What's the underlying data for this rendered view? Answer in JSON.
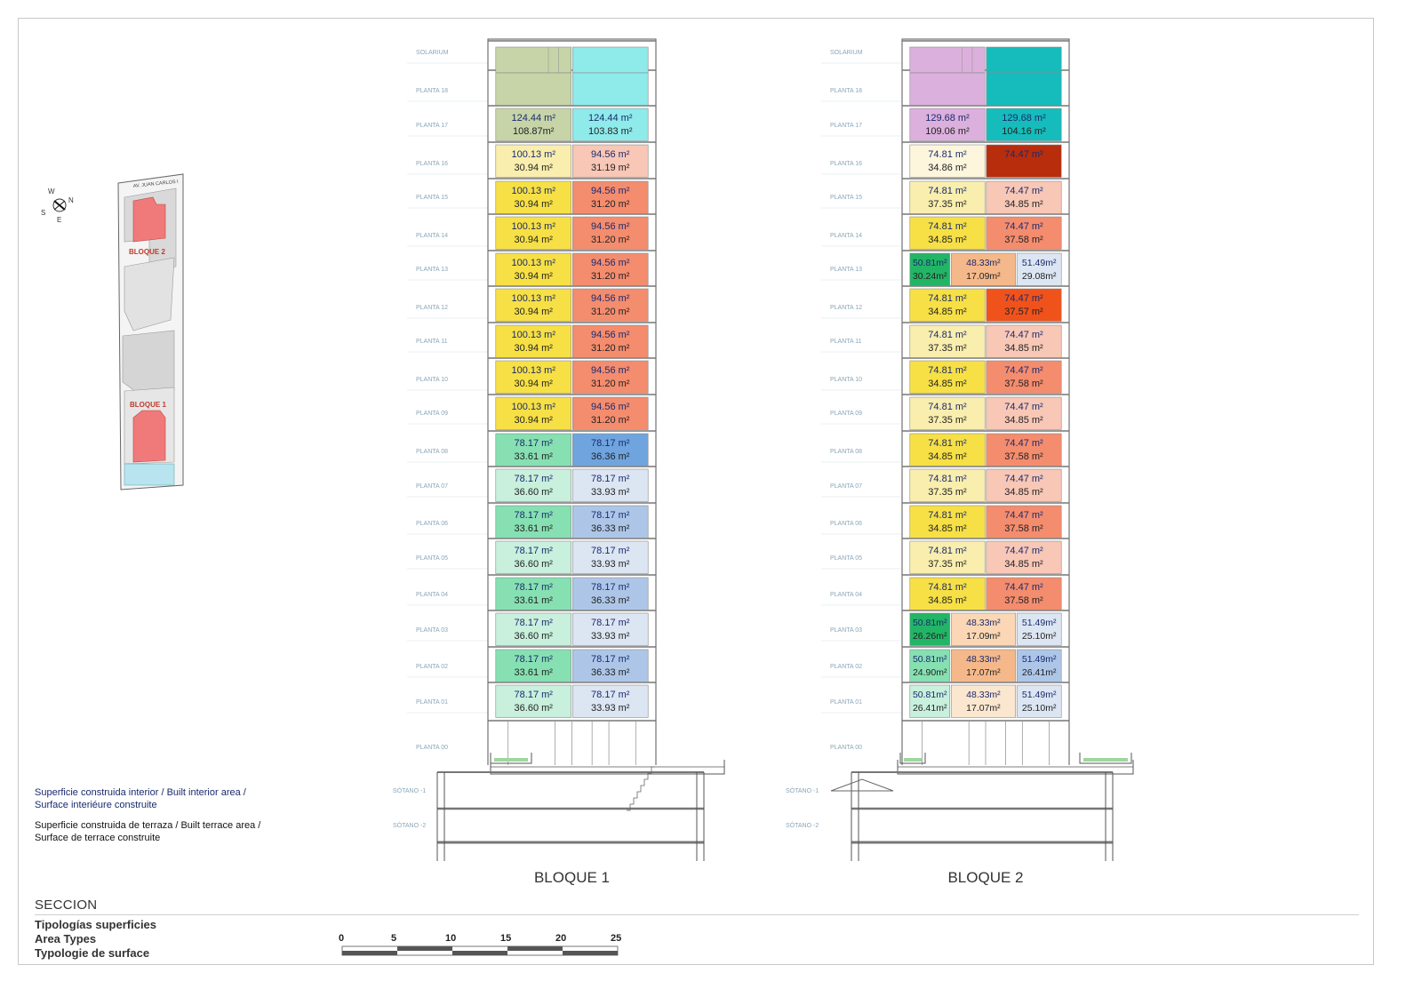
{
  "section_title": "SECCION",
  "area_types": [
    "Tipologías superficies",
    "Area Types",
    "Typologie de surface"
  ],
  "legend": {
    "interior": [
      "Superficie construida interior / Built interior area /",
      "Surface interiéure construite"
    ],
    "terrace": [
      "Superficie construida de terraza / Built terrace area /",
      "Surface de terrace construite"
    ]
  },
  "scale_labels": [
    "0",
    "5",
    "10",
    "15",
    "20",
    "25"
  ],
  "site_plan": {
    "street": "AV. JUAN CARLOS I",
    "bloque2": "BLOQUE 2",
    "bloque1": "BLOQUE 1",
    "compass": [
      "N",
      "S",
      "E",
      "W"
    ]
  },
  "floors": [
    "SOLARIUM",
    "PLANTA 18",
    "PLANTA 17",
    "PLANTA 16",
    "PLANTA 15",
    "PLANTA 14",
    "PLANTA 13",
    "PLANTA 12",
    "PLANTA 11",
    "PLANTA 10",
    "PLANTA 09",
    "PLANTA 08",
    "PLANTA 07",
    "PLANTA 06",
    "PLANTA 05",
    "PLANTA 04",
    "PLANTA 03",
    "PLANTA 02",
    "PLANTA 01",
    "PLANTA 00",
    "SÓTANO -1",
    "SÓTANO -2"
  ],
  "bloque1": {
    "label": "BLOQUE 1",
    "rows": [
      [
        {
          "a": "",
          "b": "",
          "color": "#c6d4a8"
        },
        {
          "a": "",
          "b": "",
          "color": "#8feaea"
        }
      ],
      [
        {
          "a": "",
          "b": "",
          "color": "#c6d4a8"
        },
        {
          "a": "",
          "b": "",
          "color": "#8feaea"
        }
      ],
      [
        {
          "a": "124.44 m²",
          "b": "108.87m²",
          "color": "#c6d4a8"
        },
        {
          "a": "124.44 m²",
          "b": "103.83 m²",
          "color": "#8feaea"
        }
      ],
      [
        {
          "a": "100.13 m²",
          "b": "30.94 m²",
          "color": "#f9eeae"
        },
        {
          "a": "94.56 m²",
          "b": "31.19 m²",
          "color": "#f8c7b6"
        }
      ],
      [
        {
          "a": "100.13 m²",
          "b": "30.94 m²",
          "color": "#f7e046"
        },
        {
          "a": "94.56 m²",
          "b": "31.20 m²",
          "color": "#f48c6e"
        }
      ],
      [
        {
          "a": "100.13 m²",
          "b": "30.94 m²",
          "color": "#f7e046"
        },
        {
          "a": "94.56 m²",
          "b": "31.20 m²",
          "color": "#f48c6e"
        }
      ],
      [
        {
          "a": "100.13 m²",
          "b": "30.94 m²",
          "color": "#f7e046"
        },
        {
          "a": "94.56 m²",
          "b": "31.20 m²",
          "color": "#f48c6e"
        }
      ],
      [
        {
          "a": "100.13 m²",
          "b": "30.94 m²",
          "color": "#f7e046"
        },
        {
          "a": "94.56 m²",
          "b": "31.20 m²",
          "color": "#f48c6e"
        }
      ],
      [
        {
          "a": "100.13 m²",
          "b": "30.94 m²",
          "color": "#f7e046"
        },
        {
          "a": "94.56 m²",
          "b": "31.20 m²",
          "color": "#f48c6e"
        }
      ],
      [
        {
          "a": "100.13 m²",
          "b": "30.94 m²",
          "color": "#f7e046"
        },
        {
          "a": "94.56 m²",
          "b": "31.20 m²",
          "color": "#f48c6e"
        }
      ],
      [
        {
          "a": "100.13 m²",
          "b": "30.94 m²",
          "color": "#f7e046"
        },
        {
          "a": "94.56 m²",
          "b": "31.20 m²",
          "color": "#f48c6e"
        }
      ],
      [
        {
          "a": "78.17 m²",
          "b": "33.61 m²",
          "color": "#86e0b2"
        },
        {
          "a": "78.17 m²",
          "b": "36.36 m²",
          "color": "#6fa4de"
        }
      ],
      [
        {
          "a": "78.17 m²",
          "b": "36.60 m²",
          "color": "#c8f0dc"
        },
        {
          "a": "78.17 m²",
          "b": "33.93 m²",
          "color": "#dce6f2"
        }
      ],
      [
        {
          "a": "78.17 m²",
          "b": "33.61 m²",
          "color": "#86e0b2"
        },
        {
          "a": "78.17 m²",
          "b": "36.33 m²",
          "color": "#adc6e8"
        }
      ],
      [
        {
          "a": "78.17 m²",
          "b": "36.60 m²",
          "color": "#c8f0dc"
        },
        {
          "a": "78.17 m²",
          "b": "33.93 m²",
          "color": "#dce6f2"
        }
      ],
      [
        {
          "a": "78.17 m²",
          "b": "33.61 m²",
          "color": "#86e0b2"
        },
        {
          "a": "78.17 m²",
          "b": "36.33 m²",
          "color": "#adc6e8"
        }
      ],
      [
        {
          "a": "78.17 m²",
          "b": "36.60 m²",
          "color": "#c8f0dc"
        },
        {
          "a": "78.17 m²",
          "b": "33.93 m²",
          "color": "#dce6f2"
        }
      ],
      [
        {
          "a": "78.17 m²",
          "b": "33.61 m²",
          "color": "#86e0b2"
        },
        {
          "a": "78.17 m²",
          "b": "36.33 m²",
          "color": "#adc6e8"
        }
      ],
      [
        {
          "a": "78.17 m²",
          "b": "36.60 m²",
          "color": "#c8f0dc"
        },
        {
          "a": "78.17 m²",
          "b": "33.93 m²",
          "color": "#dce6f2"
        }
      ]
    ]
  },
  "bloque2": {
    "label": "BLOQUE 2",
    "rows": [
      [
        {
          "a": "",
          "b": "",
          "color": "#dcb0dc"
        },
        {
          "a": "",
          "b": "",
          "color": "#16bcbc"
        }
      ],
      [
        {
          "a": "",
          "b": "",
          "color": "#dcb0dc"
        },
        {
          "a": "",
          "b": "",
          "color": "#16bcbc"
        }
      ],
      [
        {
          "a": "129.68 m²",
          "b": "109.06 m²",
          "color": "#dcb0dc"
        },
        {
          "a": "129.68 m²",
          "b": "104.16 m²",
          "color": "#16bcbc"
        }
      ],
      [
        {
          "a": "74.81 m²",
          "b": "34.86 m²",
          "color": "#fdf6dc"
        },
        {
          "a": "74.47 m²",
          "b": "",
          "color": "#b82d0c"
        }
      ],
      [
        {
          "a": "74.81 m²",
          "b": "37.35 m²",
          "color": "#f9eeae"
        },
        {
          "a": "74.47 m²",
          "b": "34.85 m²",
          "color": "#f8c7b6"
        }
      ],
      [
        {
          "a": "74.81 m²",
          "b": "34.85 m²",
          "color": "#f7e046"
        },
        {
          "a": "74.47 m²",
          "b": "37.58 m²",
          "color": "#f48c6e"
        }
      ],
      [
        {
          "a": "50.81m²",
          "b": "30.24m²",
          "color": "#22b566"
        },
        {
          "a": "48.33m²",
          "b": "17.09m²",
          "color": "#f5b88a"
        },
        {
          "a": "51.49m²",
          "b": "29.08m²",
          "color": "#dce6f2"
        }
      ],
      [
        {
          "a": "74.81 m²",
          "b": "34.85 m²",
          "color": "#f7e046"
        },
        {
          "a": "74.47 m²",
          "b": "37.57 m²",
          "color": "#f0521c"
        }
      ],
      [
        {
          "a": "74.81 m²",
          "b": "37.35 m²",
          "color": "#f9eeae"
        },
        {
          "a": "74.47 m²",
          "b": "34.85 m²",
          "color": "#f8c7b6"
        }
      ],
      [
        {
          "a": "74.81 m²",
          "b": "34.85 m²",
          "color": "#f7e046"
        },
        {
          "a": "74.47 m²",
          "b": "37.58 m²",
          "color": "#f48c6e"
        }
      ],
      [
        {
          "a": "74.81 m²",
          "b": "37.35 m²",
          "color": "#f9eeae"
        },
        {
          "a": "74.47 m²",
          "b": "34.85 m²",
          "color": "#f8c7b6"
        }
      ],
      [
        {
          "a": "74.81 m²",
          "b": "34.85 m²",
          "color": "#f7e046"
        },
        {
          "a": "74.47 m²",
          "b": "37.58 m²",
          "color": "#f48c6e"
        }
      ],
      [
        {
          "a": "74.81 m²",
          "b": "37.35 m²",
          "color": "#f9eeae"
        },
        {
          "a": "74.47 m²",
          "b": "34.85 m²",
          "color": "#f8c7b6"
        }
      ],
      [
        {
          "a": "74.81 m²",
          "b": "34.85 m²",
          "color": "#f7e046"
        },
        {
          "a": "74.47 m²",
          "b": "37.58 m²",
          "color": "#f48c6e"
        }
      ],
      [
        {
          "a": "74.81 m²",
          "b": "37.35 m²",
          "color": "#f9eeae"
        },
        {
          "a": "74.47 m²",
          "b": "34.85 m²",
          "color": "#f8c7b6"
        }
      ],
      [
        {
          "a": "74.81 m²",
          "b": "34.85 m²",
          "color": "#f7e046"
        },
        {
          "a": "74.47 m²",
          "b": "37.58 m²",
          "color": "#f48c6e"
        }
      ],
      [
        {
          "a": "50.81m²",
          "b": "26.26m²",
          "color": "#22b566"
        },
        {
          "a": "48.33m²",
          "b": "17.09m²",
          "color": "#fbd7b6"
        },
        {
          "a": "51.49m²",
          "b": "25.10m²",
          "color": "#dce6f2"
        }
      ],
      [
        {
          "a": "50.81m²",
          "b": "24.90m²",
          "color": "#86e0b2"
        },
        {
          "a": "48.33m²",
          "b": "17.07m²",
          "color": "#f5b88a"
        },
        {
          "a": "51.49m²",
          "b": "26.41m²",
          "color": "#adc6e8"
        }
      ],
      [
        {
          "a": "50.81m²",
          "b": "26.41m²",
          "color": "#c8f0dc"
        },
        {
          "a": "48.33m²",
          "b": "17.07m²",
          "color": "#fbe6cf"
        },
        {
          "a": "51.49m²",
          "b": "25.10m²",
          "color": "#dce6f2"
        }
      ]
    ]
  },
  "colors": {
    "line": "#555555",
    "floor_label": "#8aa6b8",
    "pink": "#f07a7a",
    "pool": "#b8e4f0",
    "bloque_label": "#c0392b"
  }
}
